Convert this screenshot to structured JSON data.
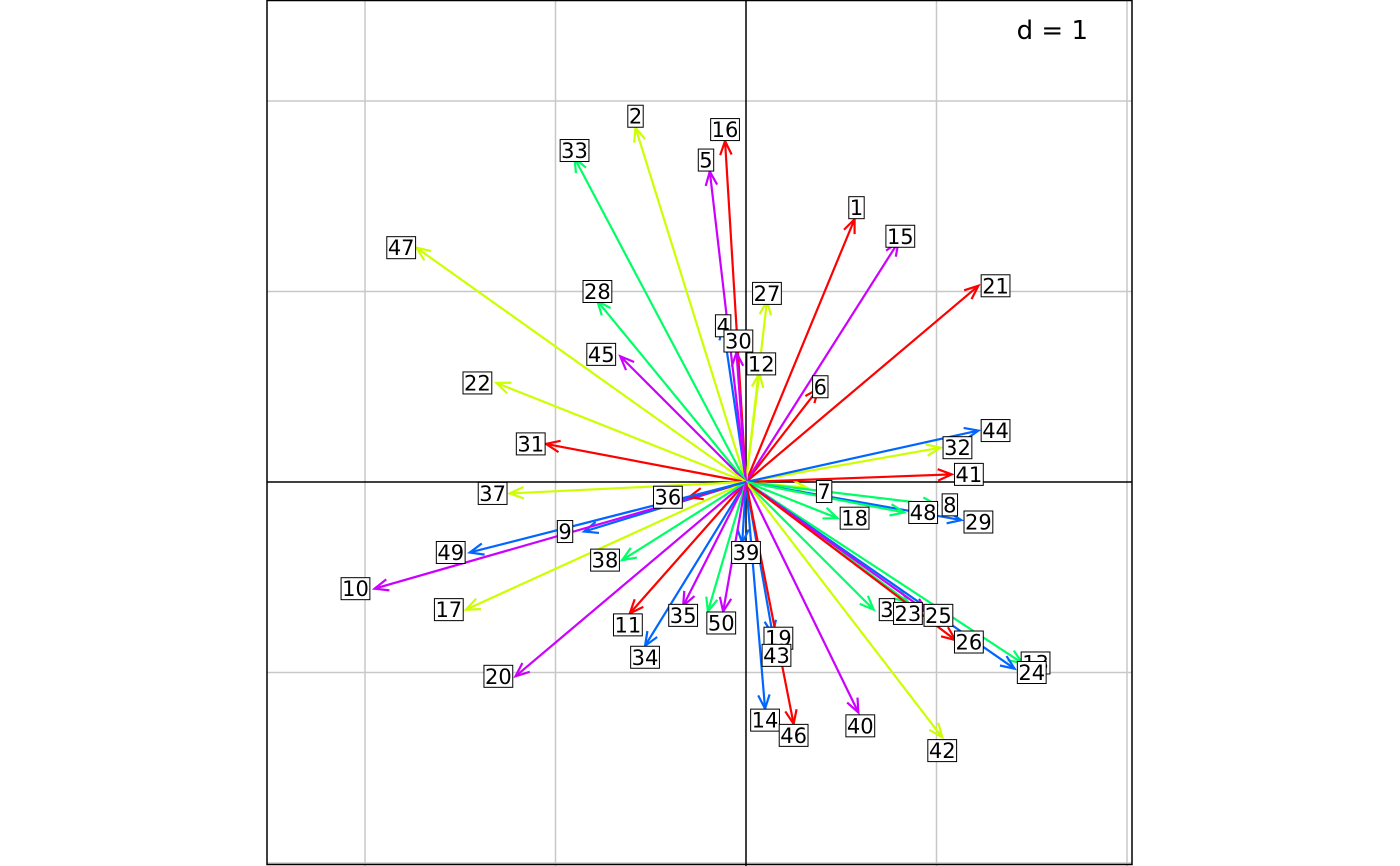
{
  "chart_data": {
    "type": "vector-plot",
    "scale_label": "d = 1",
    "grid_step": 1,
    "xlim": [
      -2.5,
      2.0
    ],
    "ylim": [
      -2.0,
      2.5
    ],
    "grid": true,
    "series_colors": [
      "#ff0000",
      "#ccff00",
      "#00ff66",
      "#0066ff",
      "#cc00ff"
    ],
    "vectors": [
      {
        "label": "1",
        "x": 0.57,
        "y": 1.38,
        "color": "#ff0000"
      },
      {
        "label": "2",
        "x": -0.58,
        "y": 1.86,
        "color": "#ccff00"
      },
      {
        "label": "3",
        "x": 0.67,
        "y": -0.67,
        "color": "#00ff66"
      },
      {
        "label": "4",
        "x": -0.12,
        "y": 0.82,
        "color": "#0066ff"
      },
      {
        "label": "5",
        "x": -0.19,
        "y": 1.63,
        "color": "#cc00ff"
      },
      {
        "label": "6",
        "x": 0.38,
        "y": 0.49,
        "color": "#ff0000"
      },
      {
        "label": "7",
        "x": 0.32,
        "y": -0.03,
        "color": "#ccff00"
      },
      {
        "label": "8",
        "x": 1.0,
        "y": -0.12,
        "color": "#00ff66"
      },
      {
        "label": "9",
        "x": -0.85,
        "y": -0.26,
        "color": "#0066ff"
      },
      {
        "label": "10",
        "x": -1.95,
        "y": -0.56,
        "color": "#cc00ff"
      },
      {
        "label": "11",
        "x": -0.61,
        "y": -0.69,
        "color": "#ff0000"
      },
      {
        "label": "12",
        "x": 0.07,
        "y": 0.57,
        "color": "#ccff00"
      },
      {
        "label": "13",
        "x": 1.45,
        "y": -0.95,
        "color": "#00ff66"
      },
      {
        "label": "14",
        "x": 0.1,
        "y": -1.19,
        "color": "#0066ff"
      },
      {
        "label": "15",
        "x": 0.8,
        "y": 1.26,
        "color": "#cc00ff"
      },
      {
        "label": "16",
        "x": -0.11,
        "y": 1.79,
        "color": "#ff0000"
      },
      {
        "label": "17",
        "x": -1.47,
        "y": -0.67,
        "color": "#ccff00"
      },
      {
        "label": "18",
        "x": 0.48,
        "y": -0.19,
        "color": "#00ff66"
      },
      {
        "label": "19",
        "x": 0.14,
        "y": -0.8,
        "color": "#0066ff"
      },
      {
        "label": "20",
        "x": -1.21,
        "y": -1.02,
        "color": "#cc00ff"
      },
      {
        "label": "21",
        "x": 1.22,
        "y": 1.03,
        "color": "#ff0000"
      },
      {
        "label": "22",
        "x": -1.31,
        "y": 0.52,
        "color": "#ccff00"
      },
      {
        "label": "23",
        "x": 0.85,
        "y": -0.63,
        "color": "#00ff66"
      },
      {
        "label": "24",
        "x": 1.41,
        "y": -0.98,
        "color": "#0066ff"
      },
      {
        "label": "25",
        "x": 0.95,
        "y": -0.68,
        "color": "#cc00ff"
      },
      {
        "label": "26",
        "x": 1.1,
        "y": -0.83,
        "color": "#ff0000"
      },
      {
        "label": "27",
        "x": 0.11,
        "y": 0.95,
        "color": "#ccff00"
      },
      {
        "label": "28",
        "x": -0.78,
        "y": 0.95,
        "color": "#00ff66"
      },
      {
        "label": "29",
        "x": 1.13,
        "y": -0.2,
        "color": "#0066ff"
      },
      {
        "label": "30",
        "x": -0.05,
        "y": 0.68,
        "color": "#cc00ff"
      },
      {
        "label": "31",
        "x": -1.05,
        "y": 0.2,
        "color": "#ff0000"
      },
      {
        "label": "32",
        "x": 1.02,
        "y": 0.18,
        "color": "#ccff00"
      },
      {
        "label": "33",
        "x": -0.9,
        "y": 1.7,
        "color": "#00ff66"
      },
      {
        "label": "34",
        "x": -0.53,
        "y": -0.86,
        "color": "#0066ff"
      },
      {
        "label": "35",
        "x": -0.33,
        "y": -0.65,
        "color": "#cc00ff"
      },
      {
        "label": "36",
        "x": -0.3,
        "y": -0.08,
        "color": "#ff0000"
      },
      {
        "label": "37",
        "x": -1.24,
        "y": -0.06,
        "color": "#ccff00"
      },
      {
        "label": "38",
        "x": -0.65,
        "y": -0.41,
        "color": "#00ff66"
      },
      {
        "label": "39",
        "x": -0.02,
        "y": -0.32,
        "color": "#0066ff"
      },
      {
        "label": "40",
        "x": 0.59,
        "y": -1.21,
        "color": "#cc00ff"
      },
      {
        "label": "41",
        "x": 1.08,
        "y": 0.04,
        "color": "#ff0000"
      },
      {
        "label": "42",
        "x": 1.03,
        "y": -1.34,
        "color": "#ccff00"
      },
      {
        "label": "43",
        "x": -0.2,
        "y": -0.68,
        "color": "#00ff66"
      },
      {
        "label": "44",
        "x": 1.22,
        "y": 0.27,
        "color": "#0066ff"
      },
      {
        "label": "45",
        "x": -0.66,
        "y": 0.66,
        "color": "#cc00ff"
      },
      {
        "label": "46",
        "x": 0.25,
        "y": -1.27,
        "color": "#ff0000"
      },
      {
        "label": "47",
        "x": -1.73,
        "y": 1.23,
        "color": "#ccff00"
      },
      {
        "label": "48",
        "x": 0.83,
        "y": -0.16,
        "color": "#00ff66"
      },
      {
        "label": "49",
        "x": -1.45,
        "y": -0.37,
        "color": "#0066ff"
      },
      {
        "label": "50",
        "x": -0.12,
        "y": -0.68,
        "color": "#cc00ff"
      }
    ],
    "label_positions": [
      {
        "label": "1",
        "x": 0.58,
        "y": 1.44
      },
      {
        "label": "2",
        "x": -0.58,
        "y": 1.92
      },
      {
        "label": "3",
        "x": 0.74,
        "y": -0.67
      },
      {
        "label": "4",
        "x": -0.12,
        "y": 0.82
      },
      {
        "label": "5",
        "x": -0.21,
        "y": 1.69
      },
      {
        "label": "6",
        "x": 0.39,
        "y": 0.5
      },
      {
        "label": "7",
        "x": 0.41,
        "y": -0.05
      },
      {
        "label": "8",
        "x": 1.07,
        "y": -0.12
      },
      {
        "label": "9",
        "x": -0.95,
        "y": -0.26
      },
      {
        "label": "10",
        "x": -2.05,
        "y": -0.56
      },
      {
        "label": "11",
        "x": -0.62,
        "y": -0.75
      },
      {
        "label": "12",
        "x": 0.08,
        "y": 0.62
      },
      {
        "label": "13",
        "x": 1.52,
        "y": -0.95
      },
      {
        "label": "14",
        "x": 0.1,
        "y": -1.25
      },
      {
        "label": "15",
        "x": 0.81,
        "y": 1.29
      },
      {
        "label": "16",
        "x": -0.11,
        "y": 1.85
      },
      {
        "label": "17",
        "x": -1.56,
        "y": -0.67
      },
      {
        "label": "18",
        "x": 0.57,
        "y": -0.19
      },
      {
        "label": "19",
        "x": 0.17,
        "y": -0.82
      },
      {
        "label": "20",
        "x": -1.3,
        "y": -1.02
      },
      {
        "label": "21",
        "x": 1.31,
        "y": 1.03
      },
      {
        "label": "22",
        "x": -1.41,
        "y": 0.52
      },
      {
        "label": "23",
        "x": 0.85,
        "y": -0.69
      },
      {
        "label": "24",
        "x": 1.5,
        "y": -1.0
      },
      {
        "label": "25",
        "x": 1.01,
        "y": -0.7
      },
      {
        "label": "26",
        "x": 1.17,
        "y": -0.84
      },
      {
        "label": "27",
        "x": 0.11,
        "y": 0.99
      },
      {
        "label": "28",
        "x": -0.78,
        "y": 1.0
      },
      {
        "label": "29",
        "x": 1.22,
        "y": -0.21
      },
      {
        "label": "30",
        "x": -0.04,
        "y": 0.74
      },
      {
        "label": "31",
        "x": -1.13,
        "y": 0.2
      },
      {
        "label": "32",
        "x": 1.11,
        "y": 0.18
      },
      {
        "label": "33",
        "x": -0.9,
        "y": 1.74
      },
      {
        "label": "34",
        "x": -0.53,
        "y": -0.92
      },
      {
        "label": "35",
        "x": -0.33,
        "y": -0.7
      },
      {
        "label": "36",
        "x": -0.41,
        "y": -0.08
      },
      {
        "label": "37",
        "x": -1.33,
        "y": -0.06
      },
      {
        "label": "38",
        "x": -0.74,
        "y": -0.41
      },
      {
        "label": "39",
        "x": 0.0,
        "y": -0.37
      },
      {
        "label": "40",
        "x": 0.6,
        "y": -1.28
      },
      {
        "label": "41",
        "x": 1.17,
        "y": 0.04
      },
      {
        "label": "42",
        "x": 1.03,
        "y": -1.41
      },
      {
        "label": "43",
        "x": 0.16,
        "y": -0.91
      },
      {
        "label": "44",
        "x": 1.31,
        "y": 0.27
      },
      {
        "label": "45",
        "x": -0.76,
        "y": 0.67
      },
      {
        "label": "46",
        "x": 0.25,
        "y": -1.33
      },
      {
        "label": "47",
        "x": -1.81,
        "y": 1.23
      },
      {
        "label": "48",
        "x": 0.93,
        "y": -0.16
      },
      {
        "label": "49",
        "x": -1.55,
        "y": -0.37
      },
      {
        "label": "50",
        "x": -0.13,
        "y": -0.74
      }
    ]
  }
}
